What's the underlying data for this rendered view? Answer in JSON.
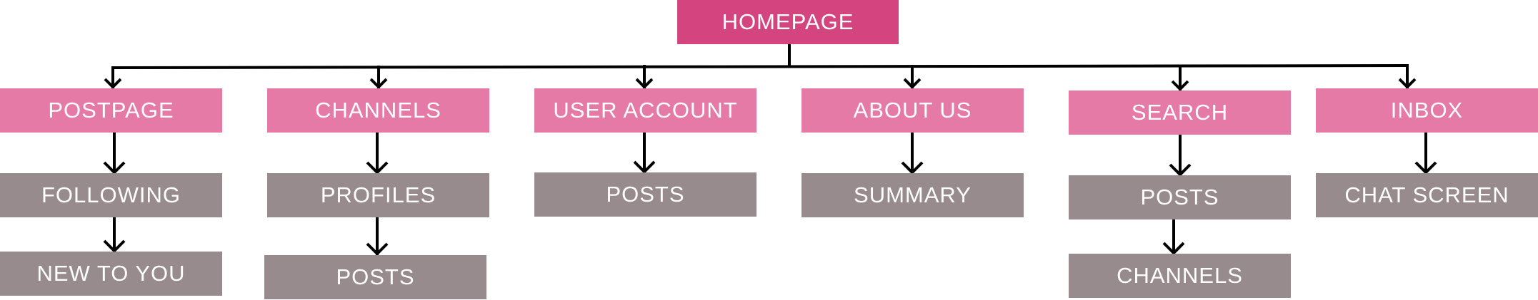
{
  "diagram": {
    "root": {
      "label": "HOMEPAGE"
    },
    "sections": [
      {
        "label": "POSTPAGE",
        "children": [
          "FOLLOWING",
          "NEW TO YOU"
        ]
      },
      {
        "label": "CHANNELS",
        "children": [
          "PROFILES",
          "POSTS"
        ]
      },
      {
        "label": "USER ACCOUNT",
        "children": [
          "POSTS"
        ]
      },
      {
        "label": "ABOUT US",
        "children": [
          "SUMMARY"
        ]
      },
      {
        "label": "SEARCH",
        "children": [
          "POSTS",
          "CHANNELS"
        ]
      },
      {
        "label": "INBOX",
        "children": [
          "CHAT SCREEN"
        ]
      }
    ]
  },
  "colors": {
    "root_fill": "#d4447f",
    "section_fill": "#e57aa6",
    "leaf_fill": "#988b8e",
    "text": "#ffffff",
    "connector": "#000000"
  }
}
